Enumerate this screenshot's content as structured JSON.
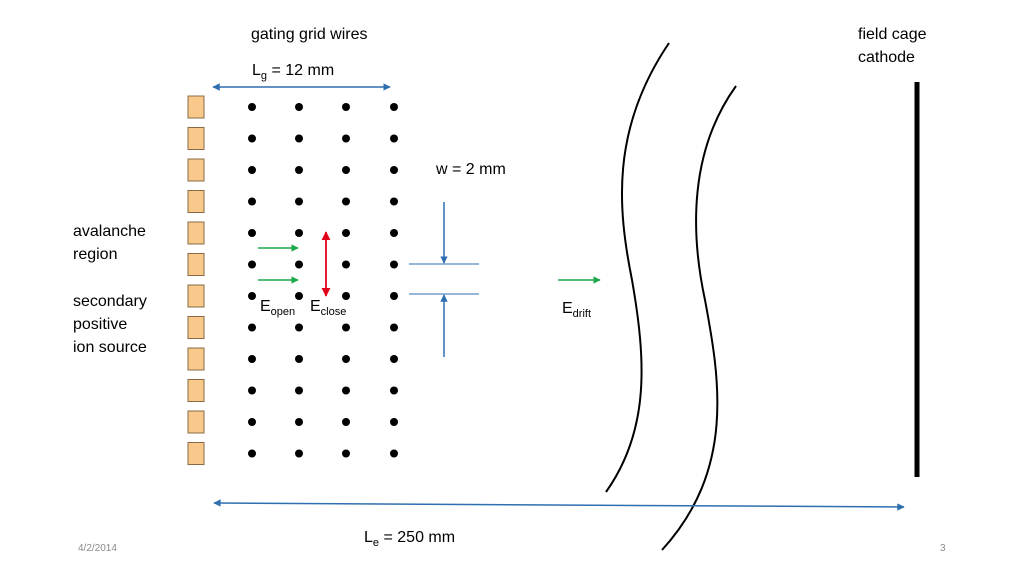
{
  "labels": {
    "gating_grid": "gating grid wires",
    "field_cage_line1": "field cage",
    "field_cage_line2": "cathode",
    "lg": {
      "main": "L",
      "sub": "g",
      "rest": " = 12 mm"
    },
    "w": "w = 2 mm",
    "avalanche_line1": "avalanche",
    "avalanche_line2": "region",
    "secondary_line1": "secondary",
    "secondary_line2": "positive",
    "secondary_line3": "ion source",
    "e_open": {
      "main": "E",
      "sub": "open"
    },
    "e_close": {
      "main": "E",
      "sub": "close"
    },
    "e_drift": {
      "main": "E",
      "sub": "drift"
    },
    "le": {
      "main": "L",
      "sub": "e",
      "rest": " = 250 mm"
    }
  },
  "footer": {
    "date": "4/2/2014",
    "page": "3"
  },
  "grid": {
    "columns": 4,
    "rows": 12,
    "pads": 12
  },
  "colors": {
    "blue_arrow": "#2e6fb0",
    "green_arrow": "#1aa84a",
    "red_arrow": "#e3001b",
    "pad_fill": "#f9c98c",
    "pad_stroke": "#8a6a45",
    "wire_dot": "#000000"
  }
}
